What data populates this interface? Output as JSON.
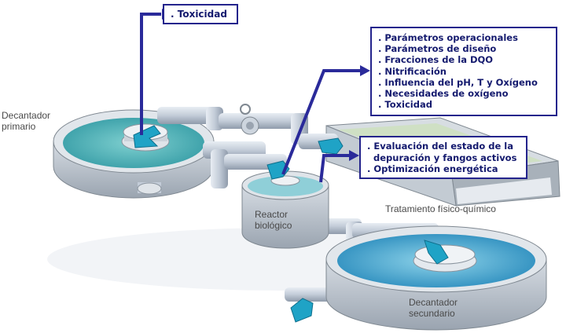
{
  "labels": {
    "primary_clarifier": [
      "Decantador",
      "primario"
    ],
    "bioreactor": [
      "Reactor",
      "biológico"
    ],
    "physchem": "Tratamiento físico-químico",
    "secondary_clarifier": [
      "Decantador",
      "secundario"
    ]
  },
  "boxes": {
    "toxicity_top": [
      ". Toxicidad"
    ],
    "bioreactor_params": [
      ". Parámetros operacionales",
      ". Parámetros de diseño",
      ". Fracciones de la DQO",
      ". Nitrificación",
      ". Influencia del pH, T y Oxígeno",
      ". Necesidades de oxígeno",
      ". Toxicidad"
    ],
    "evaluation": [
      ". Evaluación del estado de la",
      "  depuración y fangos activos",
      ". Optimización energética"
    ]
  },
  "colors": {
    "arrow": "#2a2a9a",
    "box_border": "#24248c",
    "box_text": "#141a6e",
    "water": "#3fa8c8",
    "flow_arrow": "#1fa3c6",
    "pipe": "#c9d1dc"
  }
}
